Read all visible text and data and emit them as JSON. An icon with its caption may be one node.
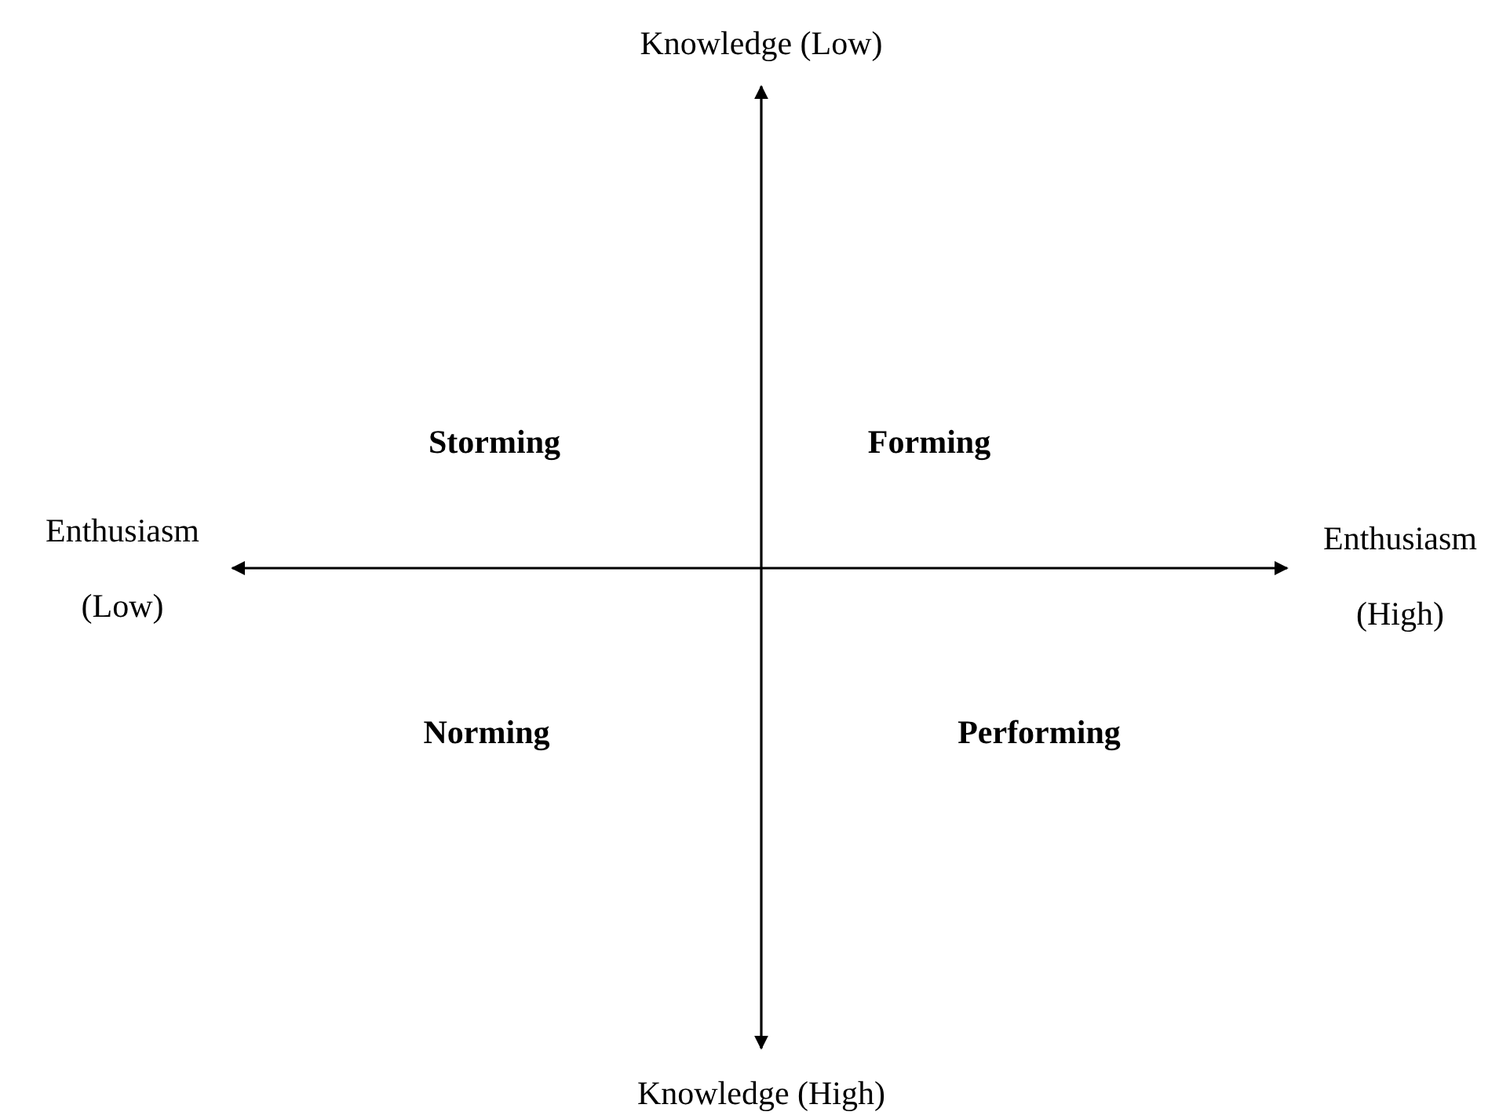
{
  "diagram": {
    "labels": [
      "Knowledge (Low)",
      "Storming",
      "Forming",
      "Enthusiasm (Low)",
      "Enthusiasm (High)",
      "Norming",
      "Performing",
      "Knowledge (High)"
    ]
  }
}
